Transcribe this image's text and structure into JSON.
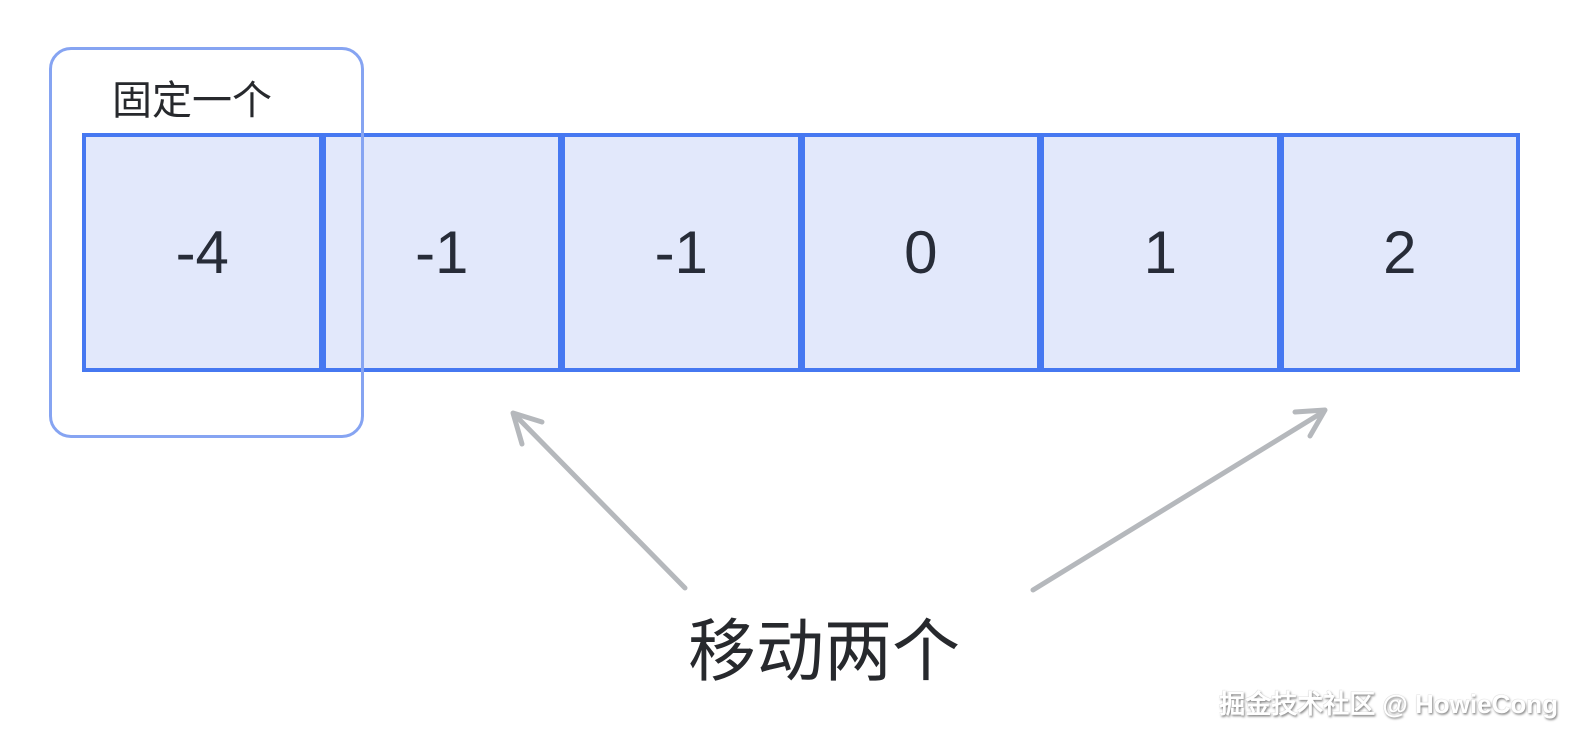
{
  "canvas": {
    "background": "#ffffff"
  },
  "annotations": {
    "fixed_label": "固定一个",
    "move_label": "移动两个"
  },
  "array": {
    "values": [
      "-4",
      "-1",
      "-1",
      "0",
      "1",
      "2"
    ]
  },
  "watermark": "掘金技术社区 @ HowieCong",
  "icons": [
    "arrow-left-up",
    "arrow-right-up"
  ],
  "colors": {
    "canvas_bg": "#ffffff",
    "cell_fill": "#e2e8fb",
    "cell_border": "#4678f1",
    "highlight_border": "#86a4f2",
    "arrow": "#b5b8bc",
    "number_text": "#272c38",
    "label_text": "#27292d"
  }
}
